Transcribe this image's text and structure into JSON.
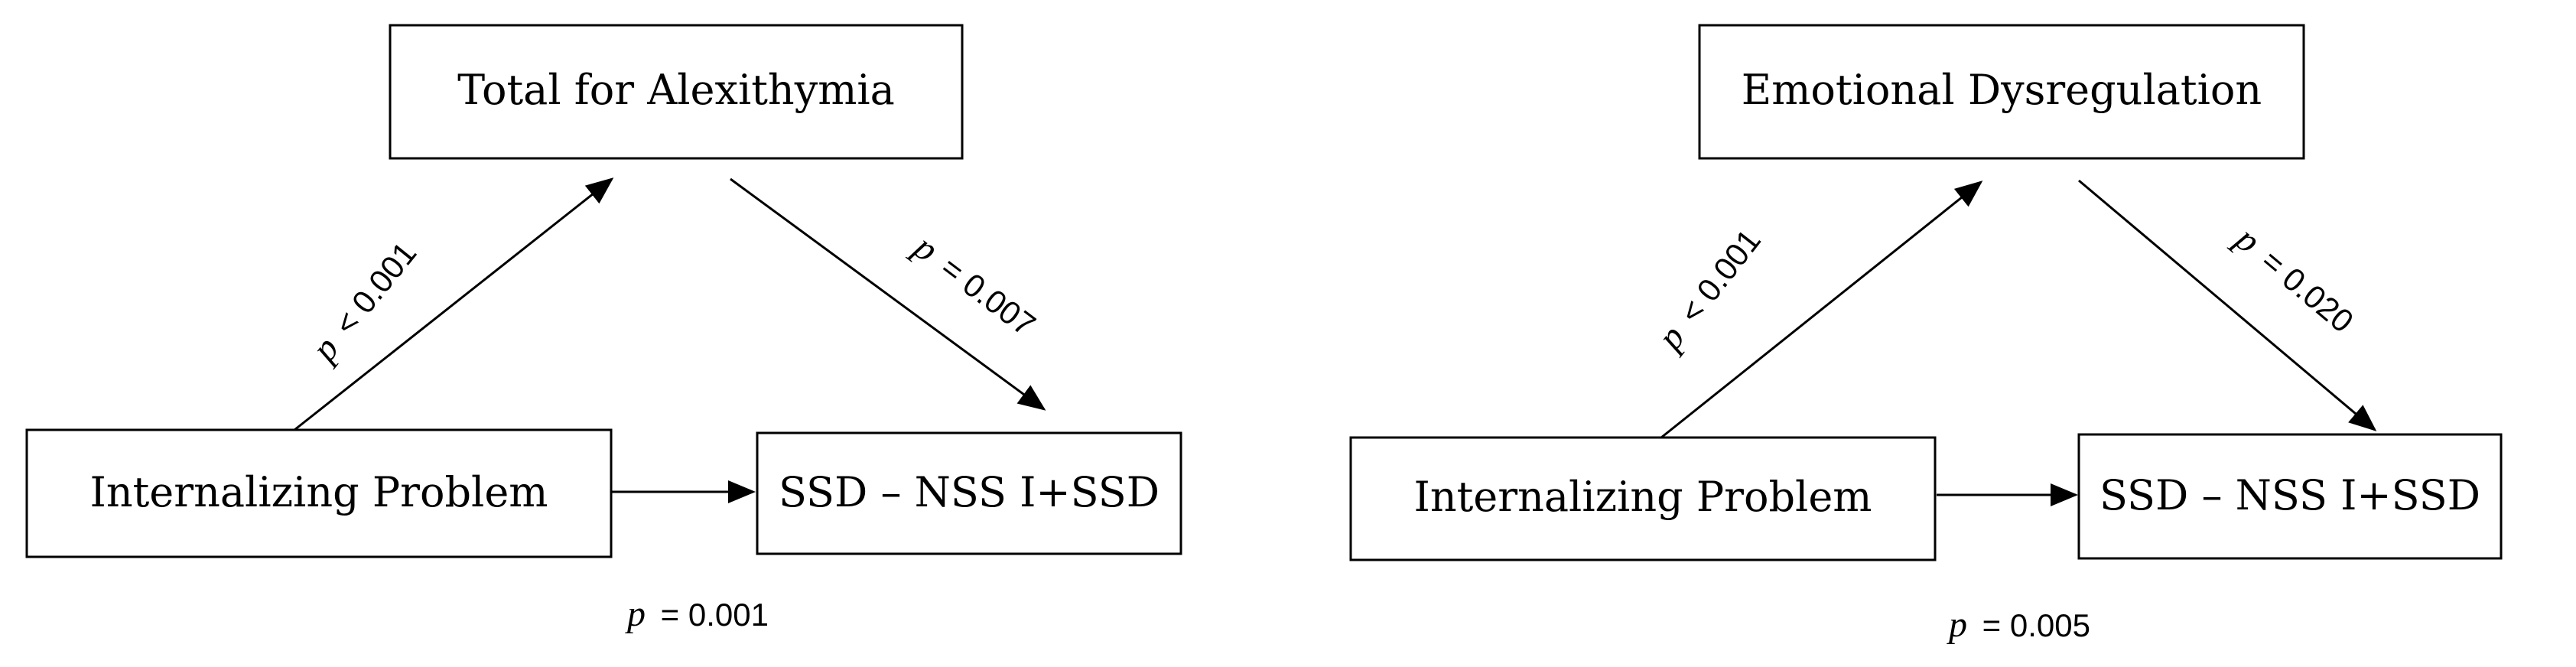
{
  "diagrams": [
    {
      "mediator": "Total for Alexithymia",
      "predictor": "Internalizing Problem",
      "outcome": "SSD – NSS I+SSD",
      "path_a": {
        "p": "p",
        "value": "< 0.001"
      },
      "path_b": {
        "p": "p",
        "value": "= 0.007"
      },
      "path_c": {
        "p": "p",
        "value": "= 0.001"
      }
    },
    {
      "mediator": "Emotional Dysregulation",
      "predictor": "Internalizing Problem",
      "outcome": "SSD – NSS I+SSD",
      "path_a": {
        "p": "p",
        "value": "< 0.001"
      },
      "path_b": {
        "p": "p",
        "value": "= 0.020"
      },
      "path_c": {
        "p": "p",
        "value": "= 0.005"
      }
    }
  ],
  "colors": {
    "stroke": "#000000",
    "background": "#ffffff"
  }
}
